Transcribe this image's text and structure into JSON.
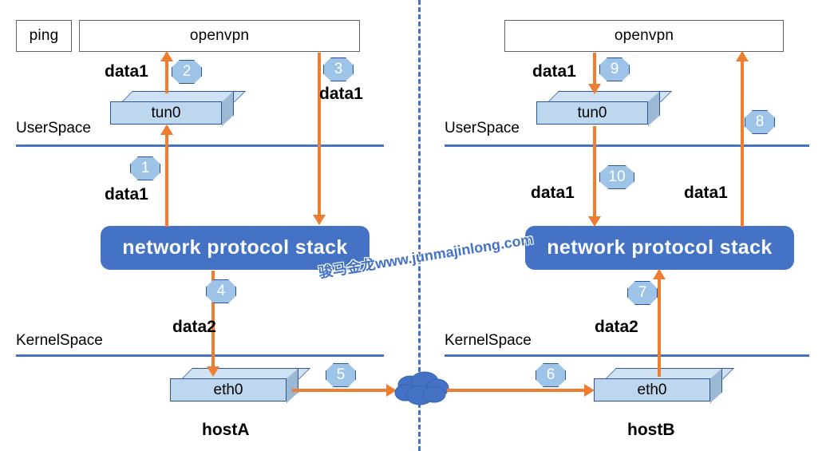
{
  "diagram": {
    "title": "OpenVPN tun0 packet flow between hostA and hostB",
    "watermark": "骏马金龙www.junmajinlong.com",
    "colors": {
      "arrow": "#ed7d31",
      "stack_fill": "#4472c4",
      "device_fill": "#bdd7ee",
      "device_border": "#2e5496",
      "badge_fill": "#9dc3e6",
      "divider": "#4472c4",
      "app_border": "#636363",
      "cloud": "#4472c4"
    }
  },
  "hosts": {
    "left": {
      "name": "hostA",
      "apps": [
        {
          "label": "ping"
        },
        {
          "label": "openvpn"
        }
      ],
      "tun_device": "tun0",
      "eth_device": "eth0",
      "stack_label": "network protocol stack",
      "user_space_label": "UserSpace",
      "kernel_space_label": "KernelSpace"
    },
    "right": {
      "name": "hostB",
      "apps": [
        {
          "label": "openvpn"
        }
      ],
      "tun_device": "tun0",
      "eth_device": "eth0",
      "stack_label": "network protocol stack",
      "user_space_label": "UserSpace",
      "kernel_space_label": "KernelSpace"
    }
  },
  "steps": [
    {
      "number": "1",
      "payload": "data1",
      "host": "left",
      "from": "network protocol stack",
      "to": "tun0",
      "direction": "up"
    },
    {
      "number": "2",
      "payload": "data1",
      "host": "left",
      "from": "tun0",
      "to": "openvpn",
      "direction": "up"
    },
    {
      "number": "3",
      "payload": "data1",
      "host": "left",
      "from": "openvpn",
      "to": "network protocol stack",
      "direction": "down"
    },
    {
      "number": "4",
      "payload": "data2",
      "host": "left",
      "from": "network protocol stack",
      "to": "eth0",
      "direction": "down"
    },
    {
      "number": "5",
      "payload": "",
      "host": "left",
      "from": "eth0",
      "to": "internet",
      "direction": "right"
    },
    {
      "number": "6",
      "payload": "",
      "host": "right",
      "from": "internet",
      "to": "eth0",
      "direction": "right"
    },
    {
      "number": "7",
      "payload": "data2",
      "host": "right",
      "from": "eth0",
      "to": "network protocol stack",
      "direction": "up"
    },
    {
      "number": "8",
      "payload": "data1",
      "host": "right",
      "from": "network protocol stack",
      "to": "openvpn",
      "direction": "up"
    },
    {
      "number": "9",
      "payload": "data1",
      "host": "right",
      "from": "openvpn",
      "to": "tun0",
      "direction": "down"
    },
    {
      "number": "10",
      "payload": "data1",
      "host": "right",
      "from": "tun0",
      "to": "network protocol stack",
      "direction": "down"
    }
  ],
  "labels": {
    "data1": "data1",
    "data2": "data2"
  },
  "network": {
    "cloud_name": "internet-cloud"
  }
}
